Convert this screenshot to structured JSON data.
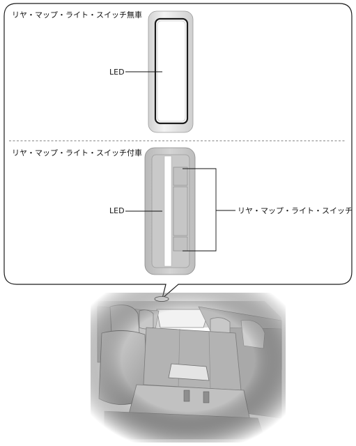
{
  "callout": {
    "top_section": {
      "title": "リヤ・マップ・ライト・スイッチ無車",
      "led_label": "LED"
    },
    "bottom_section": {
      "title": "リヤ・マップ・ライト・スイッチ付車",
      "led_label": "LED",
      "switch_label": "リヤ・マップ・ライト・スイッチ"
    }
  },
  "illustration": {
    "subject": "vehicle-rear-seat-interior"
  }
}
